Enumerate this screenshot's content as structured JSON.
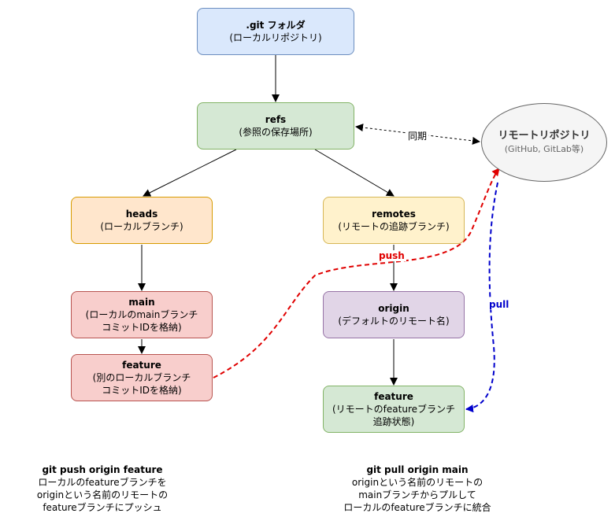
{
  "nodes": {
    "git_folder": {
      "title": ".git フォルダ",
      "sub": "(ローカルリポジトリ)"
    },
    "refs": {
      "title": "refs",
      "sub": "(参照の保存場所)"
    },
    "heads": {
      "title": "heads",
      "sub": "(ローカルブランチ)"
    },
    "remotes": {
      "title": "remotes",
      "sub": "(リモートの追跡ブランチ)"
    },
    "main": {
      "title": "main",
      "sub1": "(ローカルのmainブランチ",
      "sub2": "コミットIDを格納)"
    },
    "feature_local": {
      "title": "feature",
      "sub1": "(別のローカルブランチ",
      "sub2": "コミットIDを格納)"
    },
    "origin": {
      "title": "origin",
      "sub": "(デフォルトのリモート名)"
    },
    "feature_remote": {
      "title": "feature",
      "sub1": "(リモートのfeatureブランチ",
      "sub2": "追跡状態)"
    },
    "remote_repo": {
      "title": "リモートリポジトリ",
      "sub": "(GitHub, GitLab等)"
    }
  },
  "edge_labels": {
    "sync": "同期",
    "push": "push",
    "pull": "pull"
  },
  "notes": {
    "push": {
      "title": "git push origin feature",
      "line1": "ローカルのfeatureブランチを",
      "line2": "originという名前のリモートの",
      "line3": "featureブランチにプッシュ"
    },
    "pull": {
      "title": "git pull origin main",
      "line1": "originという名前のリモートの",
      "line2": "mainブランチからプルして",
      "line3": "ローカルのfeatureブランチに統合"
    }
  },
  "colors": {
    "push": "#e00000",
    "pull": "#0000cc",
    "edge": "#000000"
  }
}
